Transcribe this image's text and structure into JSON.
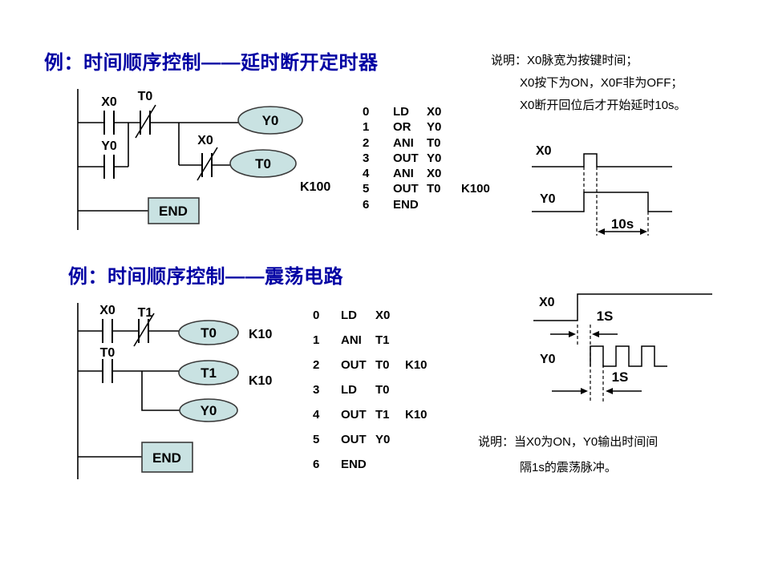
{
  "slide": {
    "section1": {
      "title": "例：时间顺序控制——延时断开定时器",
      "notes": {
        "line1": "说明：X0脉宽为按键时间；",
        "line2": "X0按下为ON，X0F非为OFF；",
        "line3": "X0断开回位后才开始延时10s。"
      },
      "ladder": {
        "contact_x0": "X0",
        "contact_t0": "T0",
        "contact_y0": "Y0",
        "contact_x0b": "X0",
        "coil_y0": "Y0",
        "coil_t0": "T0",
        "timer_const": "K100",
        "end": "END"
      },
      "program": [
        {
          "s": "0",
          "op": "LD",
          "a": "X0",
          "b": ""
        },
        {
          "s": "1",
          "op": "OR",
          "a": "Y0",
          "b": ""
        },
        {
          "s": "2",
          "op": "ANI",
          "a": "T0",
          "b": ""
        },
        {
          "s": "3",
          "op": "OUT",
          "a": "Y0",
          "b": ""
        },
        {
          "s": "4",
          "op": "ANI",
          "a": "X0",
          "b": ""
        },
        {
          "s": "5",
          "op": "OUT",
          "a": "T0",
          "b": "K100"
        },
        {
          "s": "6",
          "op": "END",
          "a": "",
          "b": ""
        }
      ],
      "timing": {
        "sig_x0": "X0",
        "sig_y0": "Y0",
        "span": "10s"
      }
    },
    "section2": {
      "title": "例：时间顺序控制——震荡电路",
      "notes": {
        "line1": "说明：当X0为ON，Y0输出时间间",
        "line2": "隔1s的震荡脉冲。"
      },
      "ladder": {
        "contact_x0": "X0",
        "contact_t1": "T1",
        "contact_t0": "T0",
        "coil_t0": "T0",
        "coil_t1": "T1",
        "coil_y0": "Y0",
        "const_t0": "K10",
        "const_t1": "K10",
        "end": "END"
      },
      "program": [
        {
          "s": "0",
          "op": "LD",
          "a": "X0",
          "b": ""
        },
        {
          "s": "1",
          "op": "ANI",
          "a": "T1",
          "b": ""
        },
        {
          "s": "2",
          "op": "OUT",
          "a": "T0",
          "b": "K10"
        },
        {
          "s": "3",
          "op": "LD",
          "a": "T0",
          "b": ""
        },
        {
          "s": "4",
          "op": "OUT",
          "a": "T1",
          "b": "K10"
        },
        {
          "s": "5",
          "op": "OUT",
          "a": "Y0",
          "b": ""
        },
        {
          "s": "6",
          "op": "END",
          "a": "",
          "b": ""
        }
      ],
      "timing": {
        "sig_x0": "X0",
        "sig_y0": "Y0",
        "delay": "1S",
        "interval": "1S"
      }
    },
    "colors": {
      "title_blue": "#0000A3",
      "shape_fill": "#C9E2E2",
      "shape_stroke": "#3A3A3A",
      "line_black": "#000000"
    }
  }
}
